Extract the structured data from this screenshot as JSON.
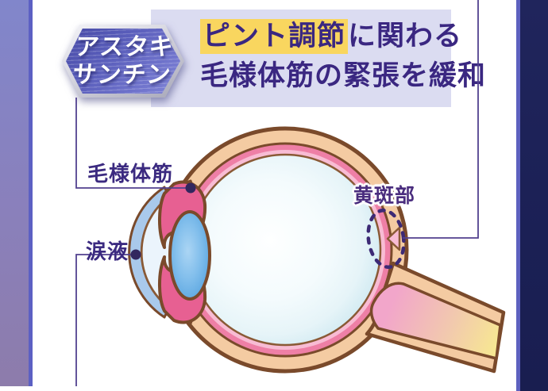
{
  "badge": {
    "line1": "アスタキ",
    "line2": "サンチン"
  },
  "headline": {
    "highlighted": "ピント調節",
    "line1_rest": "に関わる",
    "line2": "毛様体筋の緊張を緩和"
  },
  "labels": {
    "ciliary_muscle": "毛様体筋",
    "tear_fluid": "涙液",
    "macula": "黄斑部"
  },
  "palette": {
    "badge_purple": "#5b5fbc",
    "headline_bg": "#dbdcf1",
    "highlight_yellow": "#f9d65f",
    "text_purple": "#3a2781",
    "connector_purple": "#52418f",
    "sclera_peach": "#f4cba2",
    "outline_brown": "#7a4a2b",
    "retina_pink": "#ee7fa6",
    "retina_light_pink": "#f8bcd4",
    "lens_blue": "#58a7e2",
    "cornea_blue": "#a9c9eb",
    "nerve_yellow": "#f7e891",
    "side_strip_purple": "#8186cb",
    "side_strip_navy": "#1b2055"
  }
}
